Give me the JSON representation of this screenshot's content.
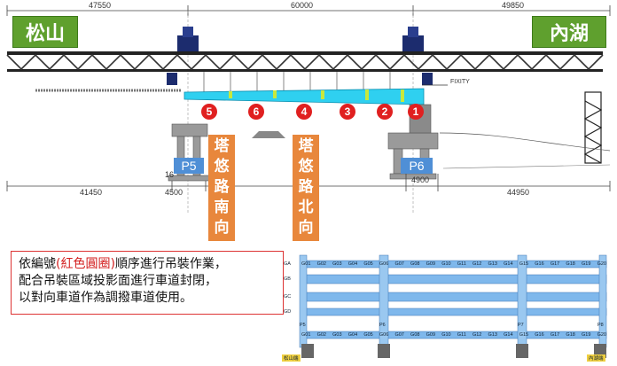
{
  "dimensions": {
    "top": [
      "47550",
      "60000",
      "49850"
    ],
    "bottom": [
      "41450",
      "4500",
      "4900",
      "44950"
    ],
    "small": "16"
  },
  "locations": {
    "left": "松山",
    "right": "內湖"
  },
  "fixity_label": "FIXITY",
  "piers": {
    "left": "P5",
    "right": "P6"
  },
  "sequence": [
    {
      "label": "5"
    },
    {
      "label": "6"
    },
    {
      "label": "4"
    },
    {
      "label": "3"
    },
    {
      "label": "2"
    },
    {
      "label": "1"
    }
  ],
  "roads": {
    "south": [
      "塔",
      "悠",
      "路",
      "南",
      "向"
    ],
    "north": [
      "塔",
      "悠",
      "路",
      "北",
      "向"
    ]
  },
  "note": {
    "line1_pre": "依編號",
    "line1_red": "(紅色圓圈)",
    "line1_post": "順序進行吊裝作業，",
    "line2": "配合吊裝區域投影面進行車道封閉，",
    "line3": "以對向車道作為調撥車道使用。"
  },
  "plan": {
    "row_labels": [
      "GA",
      "GB",
      "GC",
      "GD"
    ],
    "segments": [
      "G01",
      "G02",
      "G03",
      "G04",
      "G05",
      "G06",
      "G07",
      "G08",
      "G09",
      "G10",
      "G11",
      "G12",
      "G13",
      "G14",
      "G15",
      "G16",
      "G17",
      "G18",
      "G19",
      "G20"
    ],
    "piers": [
      "P5",
      "P6",
      "P7",
      "P8"
    ],
    "end_left": "松山端",
    "end_right": "內湖端"
  },
  "colors": {
    "green": "#5fa02e",
    "blue": "#4f8fd6",
    "orange": "#e8873c",
    "red": "#e02020",
    "cyan": "#2fd0f0"
  }
}
